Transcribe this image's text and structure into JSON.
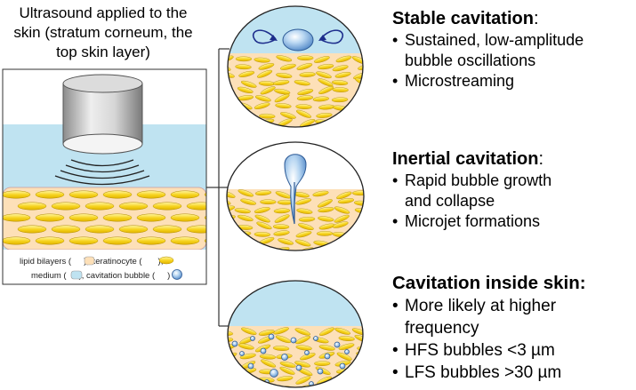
{
  "caption": {
    "lines": [
      "Ultrasound applied to the",
      "skin (stratum corneum, the",
      "top skin layer)"
    ]
  },
  "legend": {
    "line1": [
      "lipid bilayers (",
      "), keratinocyte (",
      "),"
    ],
    "line2": [
      "medium (",
      "), cavitation bubble (",
      ")"
    ]
  },
  "panels": [
    {
      "title": "Stable cavitation",
      "title_suffix": ":",
      "bullets": [
        [
          "Sustained, low-amplitude",
          "bubble oscillations"
        ],
        [
          "Microstreaming"
        ]
      ]
    },
    {
      "title": "Inertial cavitation",
      "title_suffix": ":",
      "bullets": [
        [
          "Rapid bubble growth",
          "and collapse"
        ],
        [
          "Microjet formations"
        ]
      ]
    },
    {
      "title": "Cavitation inside skin:",
      "title_suffix": "",
      "bullets": [
        [
          "More likely at higher",
          "frequency"
        ],
        [
          "HFS bubbles <3 µm"
        ],
        [
          "LFS bubbles >30 µm"
        ]
      ]
    }
  ],
  "colors": {
    "medium": "#bfe3f1",
    "lipid": "#fde0b8",
    "keratinocyte": "#f5d31a",
    "bubble": "#9cc4ea",
    "outline": "#222222"
  }
}
